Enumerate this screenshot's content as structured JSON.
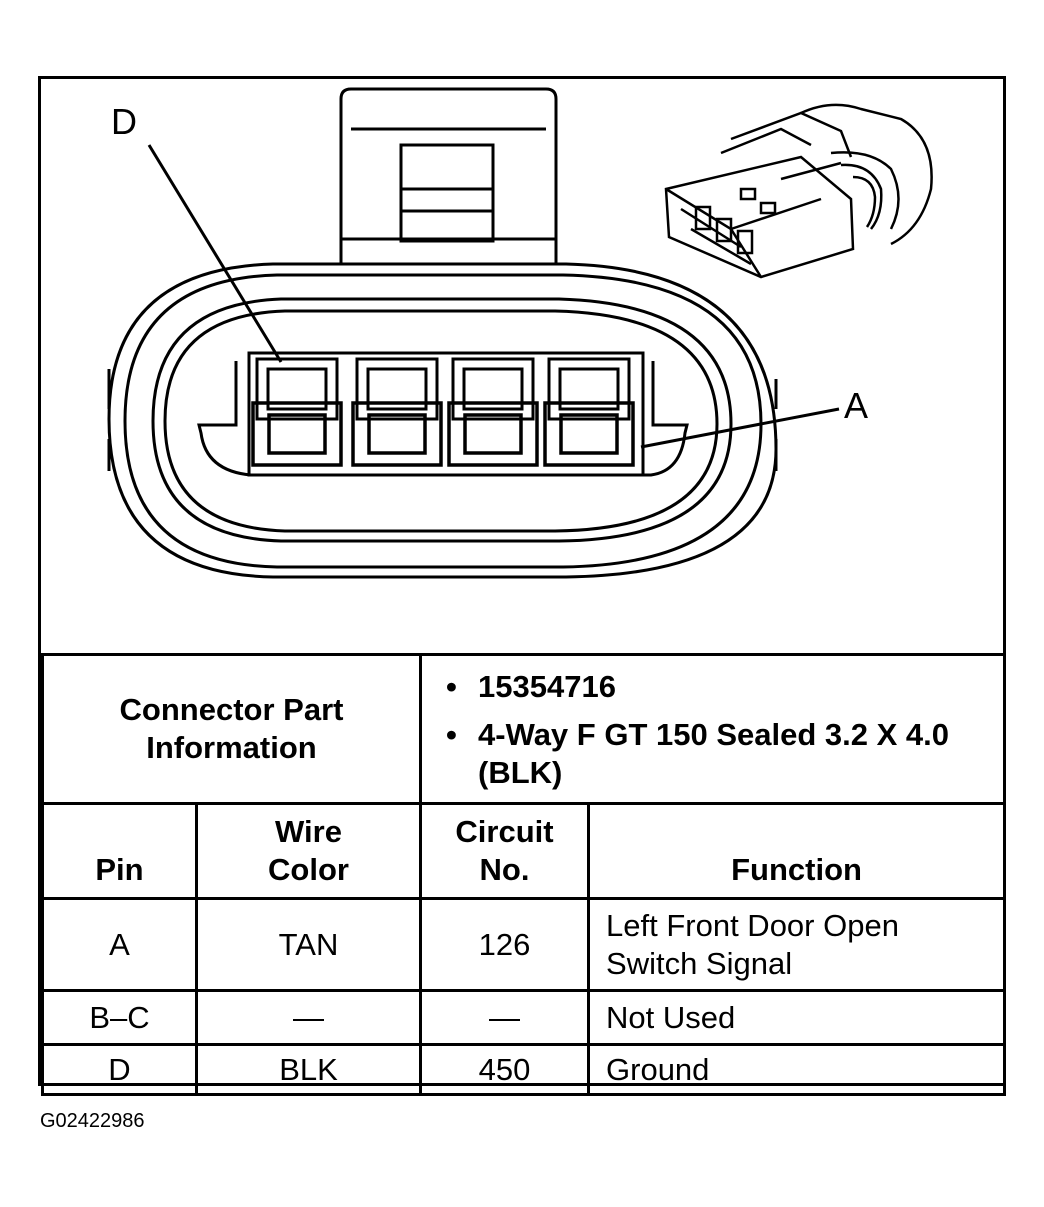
{
  "callouts": {
    "pin_d": "D",
    "pin_a": "A"
  },
  "connector_info": {
    "label_line1": "Connector Part",
    "label_line2": "Information",
    "items": [
      "15354716",
      "4-Way F GT 150 Sealed 3.2 X 4.0 (BLK)"
    ]
  },
  "headers": {
    "pin": "Pin",
    "wire_color_line1": "Wire",
    "wire_color_line2": "Color",
    "circuit_line1": "Circuit",
    "circuit_line2": "No.",
    "function": "Function"
  },
  "rows": [
    {
      "pin": "A",
      "wire_color": "TAN",
      "circuit": "126",
      "function_line1": "Left Front Door Open",
      "function_line2": "Switch Signal"
    },
    {
      "pin": "B–C",
      "wire_color": "—",
      "circuit": "—",
      "function_line1": "Not Used",
      "function_line2": ""
    },
    {
      "pin": "D",
      "wire_color": "BLK",
      "circuit": "450",
      "function_line1": "Ground",
      "function_line2": ""
    }
  ],
  "figure_id": "G02422986"
}
